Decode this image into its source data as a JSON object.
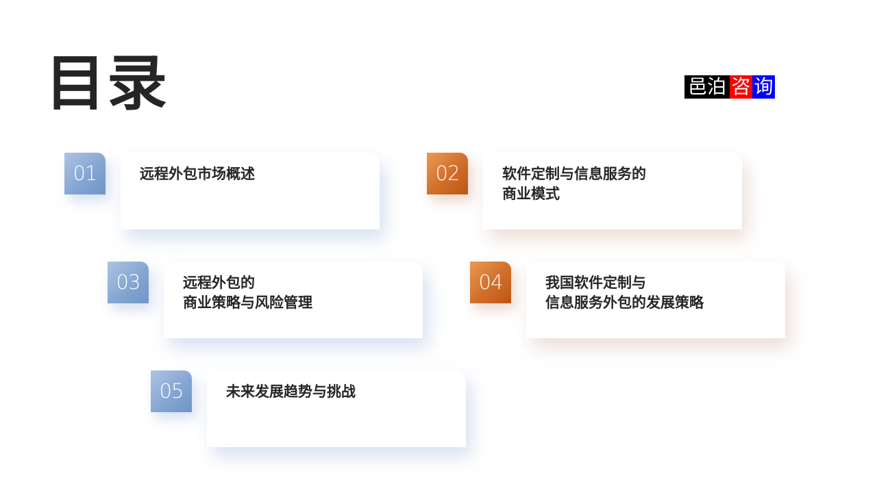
{
  "page": {
    "title": "目录"
  },
  "logo": {
    "segments": [
      {
        "text": "邑泊",
        "bg": "#000000"
      },
      {
        "text": "咨",
        "bg": "#ff0000"
      },
      {
        "text": "询",
        "bg": "#0000ff"
      }
    ]
  },
  "colors": {
    "blue_badge": "#86a6d2",
    "orange_badge": "#d06e2a",
    "title_text": "#252525"
  },
  "toc": {
    "items": [
      {
        "number": "01",
        "title": "远程外包市场概述",
        "theme": "blue"
      },
      {
        "number": "02",
        "title": "软件定制与信息服务的\n商业模式",
        "theme": "orange"
      },
      {
        "number": "03",
        "title": "远程外包的\n商业策略与风险管理",
        "theme": "blue"
      },
      {
        "number": "04",
        "title": "我国软件定制与\n信息服务外包的发展策略",
        "theme": "orange"
      },
      {
        "number": "05",
        "title": "未来发展趋势与挑战",
        "theme": "blue"
      }
    ]
  }
}
